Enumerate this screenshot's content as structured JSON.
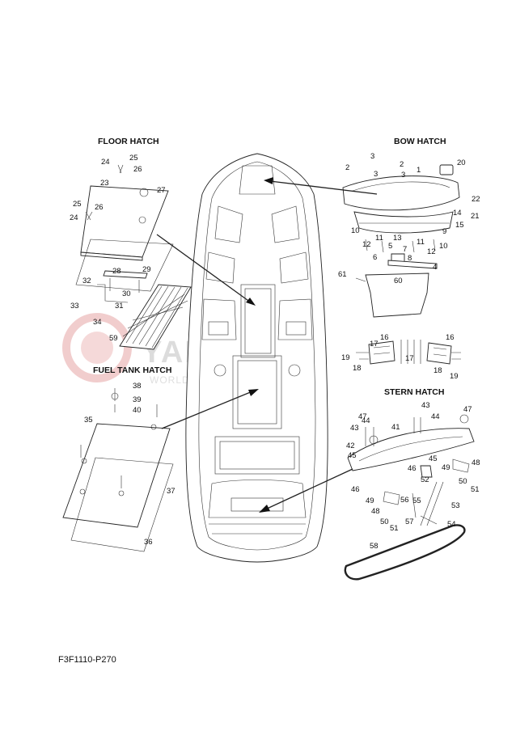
{
  "titles": {
    "floor_hatch": "FLOOR HATCH",
    "bow_hatch": "BOW HATCH",
    "fuel_tank_hatch": "FUEL TANK HATCH",
    "stern_hatch": "STERN HATCH"
  },
  "watermark": {
    "main": "YAMASHOP",
    "sub": "WORLDWIDE DEALER YAMAHA"
  },
  "diagram_code": "F3F1110-P270",
  "part_numbers": {
    "floor": [
      "24",
      "25",
      "26",
      "23",
      "27",
      "25",
      "26",
      "24",
      "28",
      "29",
      "32",
      "30",
      "33",
      "31",
      "34",
      "59"
    ],
    "bow": [
      "3",
      "2",
      "2",
      "3",
      "3",
      "1",
      "20",
      "22",
      "21",
      "14",
      "15",
      "10",
      "9",
      "12",
      "11",
      "13",
      "5",
      "7",
      "6",
      "8",
      "10",
      "11",
      "12",
      "4",
      "61",
      "60"
    ],
    "fuel": [
      "38",
      "39",
      "40",
      "35",
      "37",
      "36"
    ],
    "stern": [
      "16",
      "17",
      "19",
      "18",
      "16",
      "17",
      "18",
      "19",
      "47",
      "43",
      "44",
      "42",
      "41",
      "43",
      "44",
      "45",
      "46",
      "45",
      "46",
      "49",
      "48",
      "50",
      "51",
      "52",
      "53",
      "49",
      "48",
      "50",
      "51",
      "56",
      "55",
      "57",
      "54",
      "58",
      "47"
    ]
  }
}
